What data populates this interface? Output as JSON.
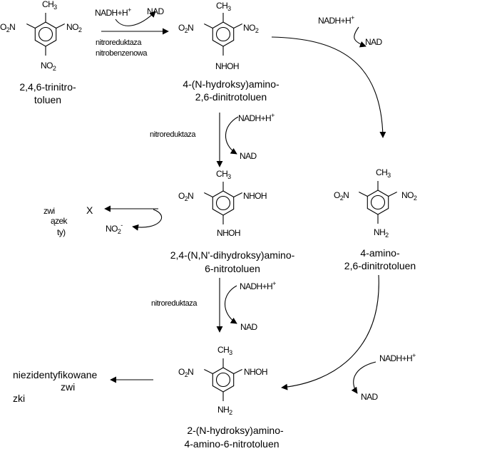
{
  "reagents": {
    "nadh": "NADH+H",
    "plus": "+",
    "nad": "NAD"
  },
  "enzymes": {
    "first_line1": "nitroreduktaza",
    "first_line2": "nitrobenzenowa",
    "generic": "nitroreduktaza"
  },
  "groups": {
    "ch": "CH",
    "three": "3",
    "no": "NO",
    "two": "2",
    "o2n_o": "O",
    "o2n_n": "N",
    "nhoh": "NHOH",
    "nh": "NH",
    "nitrite_charge": "-"
  },
  "compounds": {
    "tnt": {
      "line1": "2,4,6-trinitro-",
      "line2": "toluen"
    },
    "hydroxyamino": {
      "line1": "4-(N-hydroksy)amino-",
      "line2": "2,6-dinitrotoluen"
    },
    "dihydroxyamino": {
      "line1": "2,4-(N,N'-dihydroksy)amino-",
      "line2": "6-nitrotoluen"
    },
    "amino": {
      "line1": "4-amino-",
      "line2": "2,6-dinitrotoluen"
    },
    "final": {
      "line1": "2-(N-hydroksy)amino-",
      "line2": "4-amino-6-nitrotoluen"
    }
  },
  "side_products": {
    "x": "X",
    "left_line1": "zwi",
    "left_line2": "ązek",
    "left_line3": "ty)",
    "unidentified_line1": "niezidentyfikowane",
    "unidentified_line2": "zwi",
    "unidentified_line3": "zki"
  }
}
